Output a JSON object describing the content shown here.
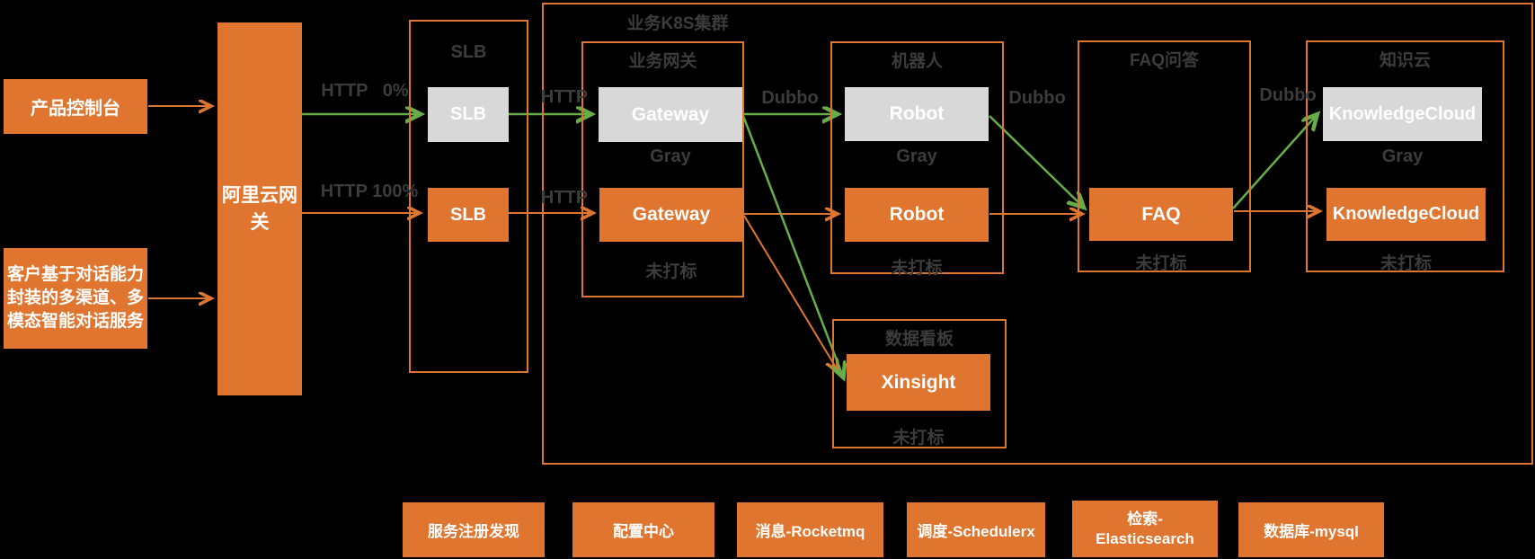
{
  "colors": {
    "background": "#000000",
    "orange": "#E0752F",
    "gray_fill": "#D8D8D8",
    "green_edge": "#67AE4B",
    "label_gray": "#3B3C3C",
    "box_text": "#FFFFFF"
  },
  "sources": {
    "product_console": "产品控制台",
    "customer_service": "客户基于对话能力封装的多渠道、多模态智能对话服务"
  },
  "aliyun_gateway": "阿里云网关",
  "slb_group": {
    "title": "SLB",
    "gray_box": "SLB",
    "normal_box": "SLB"
  },
  "cluster": {
    "title": "业务K8S集群",
    "gateway_group": {
      "title": "业务网关",
      "gray_box": "Gateway",
      "gray_label": "Gray",
      "normal_box": "Gateway",
      "untagged_label": "未打标"
    },
    "robot_group": {
      "title": "机器人",
      "gray_box": "Robot",
      "gray_label": "Gray",
      "normal_box": "Robot",
      "untagged_label": "未打标"
    },
    "faq_group": {
      "title": "FAQ问答",
      "normal_box": "FAQ",
      "untagged_label": "未打标"
    },
    "knowledge_group": {
      "title": "知识云",
      "gray_box": "KnowledgeCloud",
      "gray_label": "Gray",
      "normal_box": "KnowledgeCloud",
      "untagged_label": "未打标"
    },
    "dashboard_group": {
      "title": "数据看板",
      "normal_box": "Xinsight",
      "untagged_label": "未打标"
    }
  },
  "edge_labels": {
    "http_0": "HTTP   0%",
    "http_100": "HTTP 100%",
    "http_gray": "HTTP",
    "http_normal": "HTTP",
    "dubbo_gateway_robot": "Dubbo",
    "dubbo_robot_faq": "Dubbo",
    "dubbo_faq_knowledge": "Dubbo"
  },
  "middleware": [
    "服务注册发现",
    "配置中心",
    "消息-Rocketmq",
    "调度-Schedulerx",
    "检索-\nElasticsearch",
    "数据库-mysql"
  ]
}
